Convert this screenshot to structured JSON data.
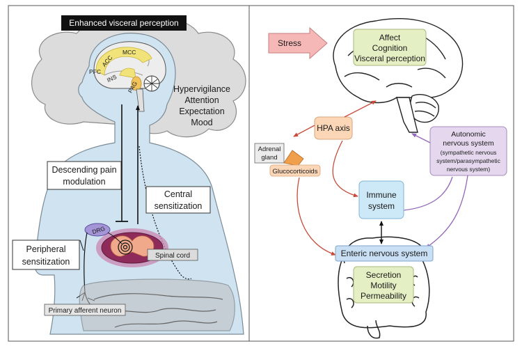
{
  "left_panel": {
    "title": "Enhanced visceral perception",
    "brain_regions": {
      "mcc": "MCC",
      "acc": "ACC",
      "pfc": "PFC",
      "ins": "INS",
      "pag": "PAG"
    },
    "cloud_lines": [
      "Hypervigilance",
      "Attention",
      "Expectation",
      "Mood"
    ],
    "descending": [
      "Descending pain",
      "modulation"
    ],
    "central": [
      "Central",
      "sensitization"
    ],
    "peripheral": [
      "Peripheral",
      "sensitization"
    ],
    "drg": "DRG",
    "spinal_cord": "Spinal cord",
    "primary_afferent": "Primary afferent neuron"
  },
  "right_panel": {
    "stress": "Stress",
    "affect_lines": [
      "Affect",
      "Cognition",
      "Visceral perception"
    ],
    "hpa": "HPA axis",
    "adrenal_lines": [
      "Adrenal",
      "gland"
    ],
    "glucocorticoids": "Glucocorticoids",
    "autonomic_lines": [
      "Autonomic",
      "nervous system"
    ],
    "autonomic_sub_lines": [
      "(sympathetic nervous",
      "system/parasympathetic",
      "nervous system)"
    ],
    "immune_lines": [
      "Immune",
      "system"
    ],
    "enteric": "Enteric nervous system",
    "gut_lines": [
      "Secretion",
      "Motility",
      "Permeability"
    ]
  },
  "colors": {
    "body_fill": "#cfe3f1",
    "cloud_fill": "#dcdcdc",
    "stress_fill": "#f6b7b7",
    "affect_fill": "#e4efc4",
    "hpa_fill": "#fbd7b8",
    "autonomic_fill": "#e5d8ee",
    "immune_fill": "#cde8f6",
    "enteric_fill": "#c8dff4",
    "red_arrow": "#c94a3a",
    "purple_arrow": "#9266b8"
  }
}
